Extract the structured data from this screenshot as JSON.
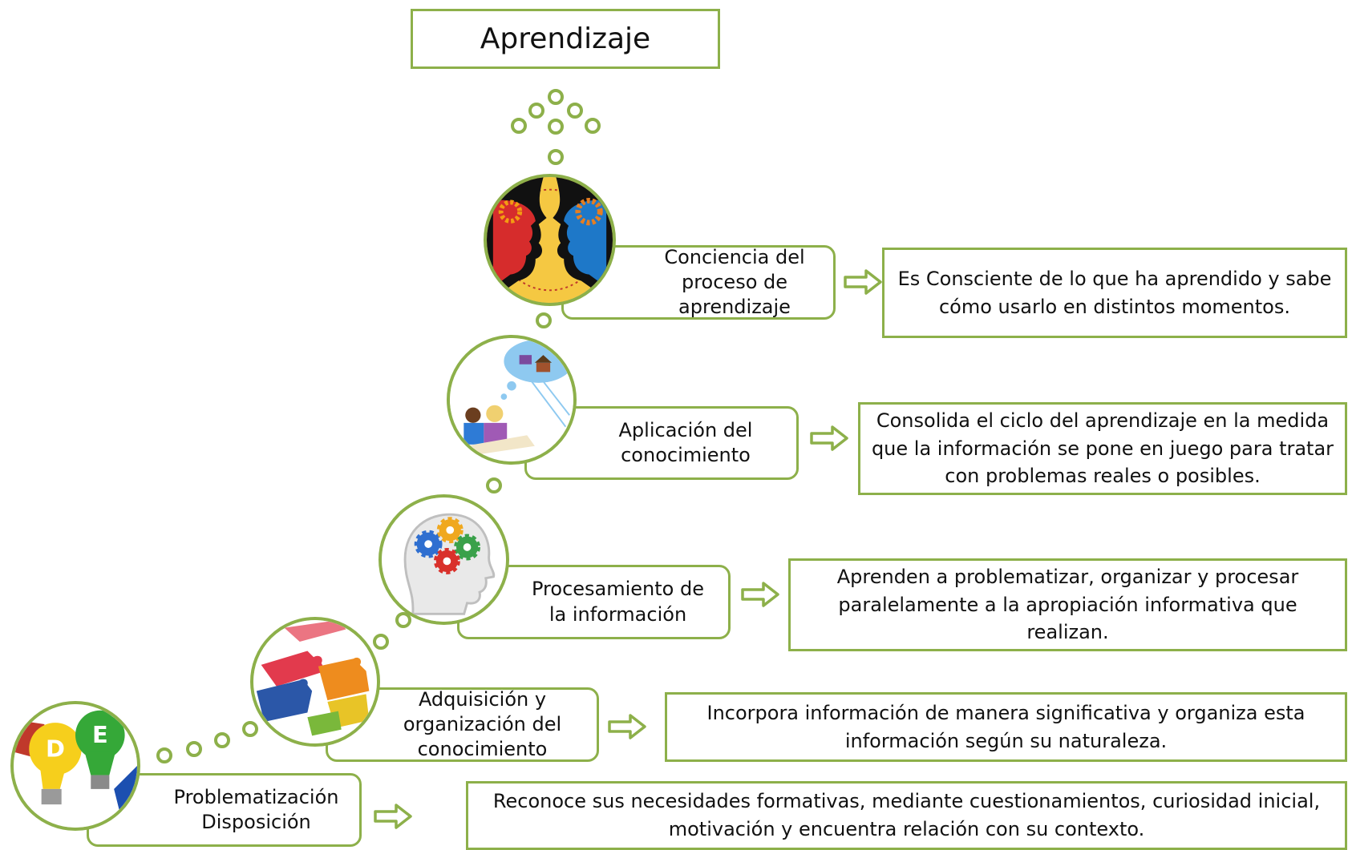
{
  "title": "Aprendizaje",
  "steps": [
    {
      "label": "Conciencia del\nproceso de\naprendizaje",
      "description": "Es Consciente de lo que ha aprendido y sabe cómo usarlo en distintos momentos.",
      "image_icon": "faces-with-gears-icon"
    },
    {
      "label": "Aplicación del\nconocimiento",
      "description": "Consolida el ciclo del aprendizaje en la medida que la información se pone en juego para tratar con problemas reales o posibles.",
      "image_icon": "students-thinking-icon"
    },
    {
      "label": "Procesamiento de\nla información",
      "description": "Aprenden a problematizar, organizar y procesar paralelamente a la apropiación informativa que realizan.",
      "image_icon": "head-gears-icon"
    },
    {
      "label": "Adquisición y\norganización del\nconocimiento",
      "description": "Incorpora información de manera significativa y organiza esta información según su naturaleza.",
      "image_icon": "puzzle-pieces-icon"
    },
    {
      "label": "Problematización\nDisposición",
      "description": "Reconoce sus necesidades formativas, mediante cuestionamientos, curiosidad inicial, motivación y encuentra relación con su contexto.",
      "image_icon": "light-bulbs-icon"
    }
  ],
  "bulb_letters": [
    "D",
    "E"
  ],
  "colors": {
    "accent": "#8db04a",
    "text": "#111111"
  }
}
